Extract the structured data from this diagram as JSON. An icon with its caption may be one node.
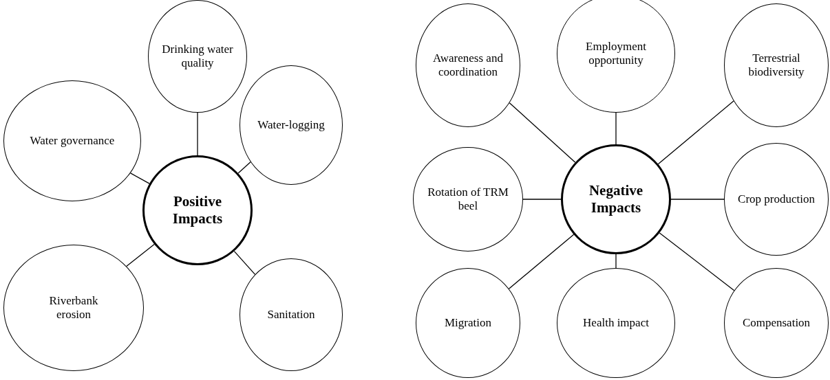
{
  "diagram": {
    "nodes": [
      {
        "text": [
          "Drinking water quality"
        ]
      },
      {
        "text": [
          "Water governance"
        ]
      },
      {
        "text": [
          "Water-logging"
        ]
      },
      {
        "text": [
          "Positive Impacts"
        ]
      },
      {
        "text": [
          "Riverbank erosion"
        ]
      },
      {
        "text": [
          "Sanitation"
        ]
      },
      {
        "text": [
          "Awareness and coordination"
        ]
      },
      {
        "text": [
          "Employment opportunity"
        ]
      },
      {
        "text": [
          "Terrestrial biodiversity"
        ]
      },
      {
        "text": [
          "Rotation of TRM beel"
        ]
      },
      {
        "text": [
          "Negative Impacts"
        ]
      },
      {
        "text": [
          "Crop production"
        ]
      },
      {
        "text": [
          "Migration"
        ]
      },
      {
        "text": [
          "Health impact"
        ]
      },
      {
        "text": [
          "Compensation"
        ]
      }
    ],
    "edges": [
      {
        "from": 3,
        "to": 0,
        "arrow": "none"
      },
      {
        "from": 3,
        "to": 1,
        "arrow": "none"
      },
      {
        "from": 3,
        "to": 2,
        "arrow": "none"
      },
      {
        "from": 3,
        "to": 4,
        "arrow": "none"
      },
      {
        "from": 3,
        "to": 5,
        "arrow": "none"
      },
      {
        "from": 10,
        "to": 6,
        "arrow": "none"
      },
      {
        "from": 10,
        "to": 7,
        "arrow": "none"
      },
      {
        "from": 10,
        "to": 8,
        "arrow": "none"
      },
      {
        "from": 10,
        "to": 9,
        "arrow": "none"
      },
      {
        "from": 10,
        "to": 11,
        "arrow": "none"
      },
      {
        "from": 10,
        "to": 12,
        "arrow": "none"
      },
      {
        "from": 10,
        "to": 13,
        "arrow": "none"
      },
      {
        "from": 10,
        "to": 14,
        "arrow": "none"
      }
    ]
  }
}
